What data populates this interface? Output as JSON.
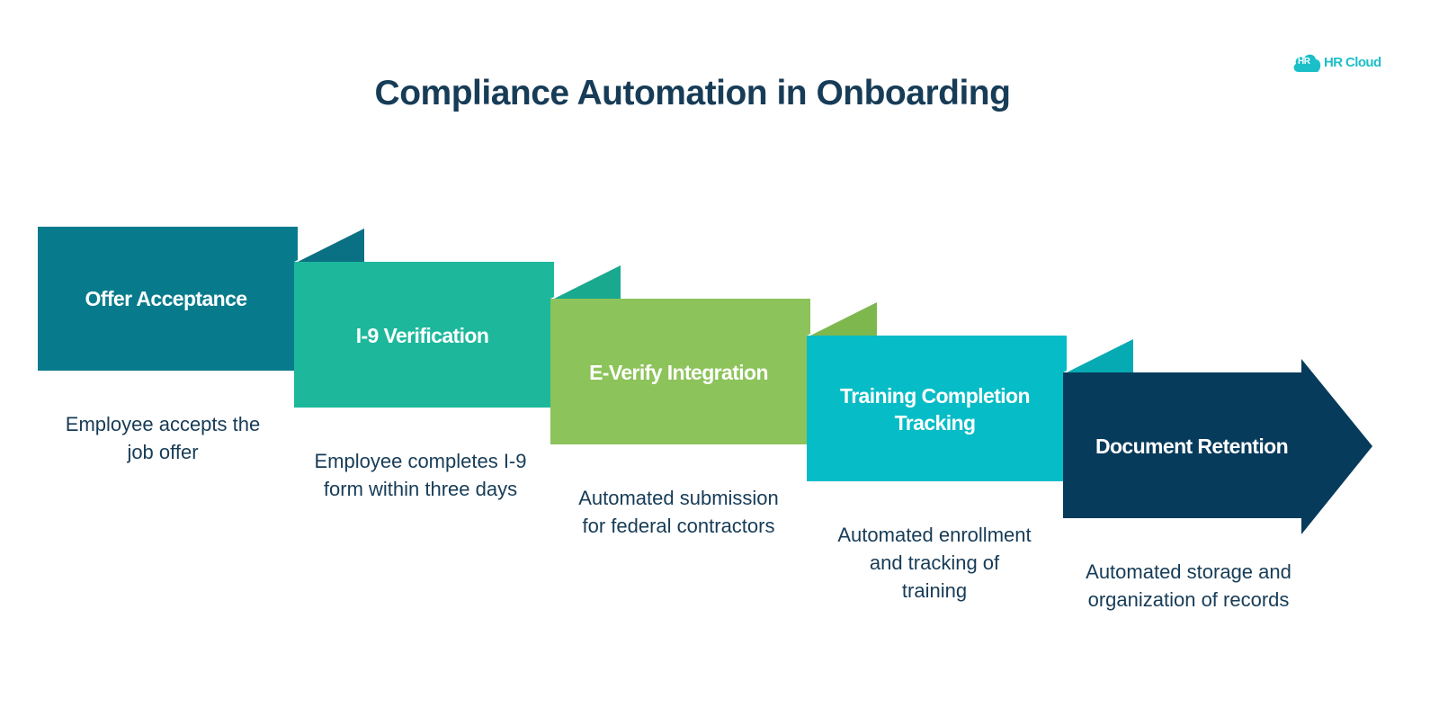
{
  "title": "Compliance Automation in Onboarding",
  "logo": {
    "mark": "HR",
    "text": "HR Cloud"
  },
  "colors": {
    "title": "#173c57",
    "description": "#173c57",
    "logo": "#1bbfc8"
  },
  "steps": [
    {
      "title": "Offer Acceptance",
      "description": "Employee accepts the job offer",
      "color": "#077b8c",
      "flap_color": "#0a7084"
    },
    {
      "title": "I-9 Verification",
      "description": "Employee completes I-9 form within three days",
      "color": "#1db89c",
      "flap_color": "#18a98f"
    },
    {
      "title": "E-Verify Integration",
      "description": "Automated submission for federal contractors",
      "color": "#8cc35a",
      "flap_color": "#7fb74f"
    },
    {
      "title": "Training Completion Tracking",
      "description": "Automated enrollment and tracking of training",
      "color": "#06bcc6",
      "flap_color": "#05aab3"
    },
    {
      "title": "Document Retention",
      "description": "Automated storage and organization of records",
      "color": "#073b5b",
      "flap_color": "#0a3351"
    }
  ]
}
